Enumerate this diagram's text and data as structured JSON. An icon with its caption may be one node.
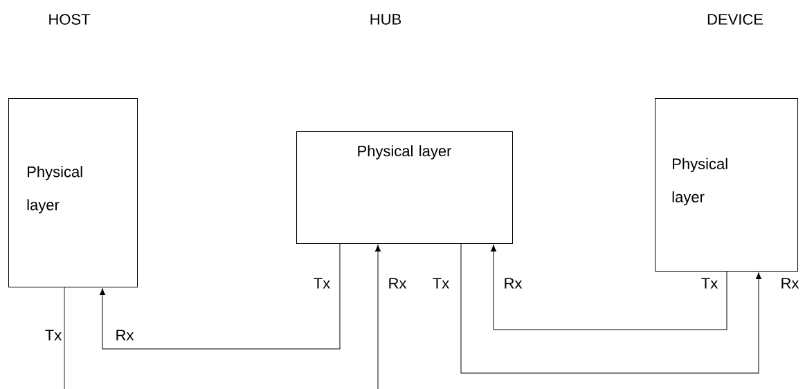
{
  "diagram": {
    "nodes": [
      {
        "text": [
          "Physical layer"
        ]
      },
      {
        "text": [
          "Physical layer"
        ]
      },
      {
        "text": [
          "Physical layer"
        ]
      }
    ],
    "edges": [
      {
        "from": 0,
        "to": null,
        "arrow": "none"
      },
      {
        "from": 1,
        "to": 0,
        "arrow": "to"
      },
      {
        "from": null,
        "to": 1,
        "arrow": "to"
      },
      {
        "from": 1,
        "to": 2,
        "arrow": "to"
      },
      {
        "from": 2,
        "to": 1,
        "arrow": "to"
      }
    ],
    "labels": [
      "HOST",
      "HUB",
      "DEVICE",
      "Tx",
      "Rx",
      "Tx",
      "Rx",
      "Tx",
      "Rx",
      "Tx",
      "Rx"
    ]
  }
}
